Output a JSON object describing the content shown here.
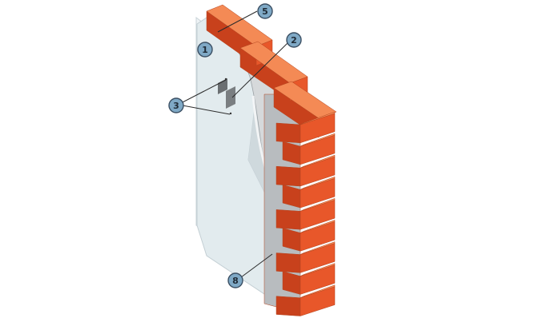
{
  "diagram": {
    "callouts": [
      {
        "id": "callout-5",
        "label": "5"
      },
      {
        "id": "callout-2",
        "label": "2"
      },
      {
        "id": "callout-1",
        "label": "1"
      },
      {
        "id": "callout-3",
        "label": "3"
      },
      {
        "id": "callout-8",
        "label": "8"
      }
    ],
    "colors": {
      "brick_top": "#f48a55",
      "brick_front": "#e8572a",
      "brick_side": "#c8411c",
      "mortar": "#b8bcbf",
      "panel": "#e6eef1",
      "panel_edge": "#c9d3d8",
      "callout_fill": "#7fa9c6"
    }
  }
}
